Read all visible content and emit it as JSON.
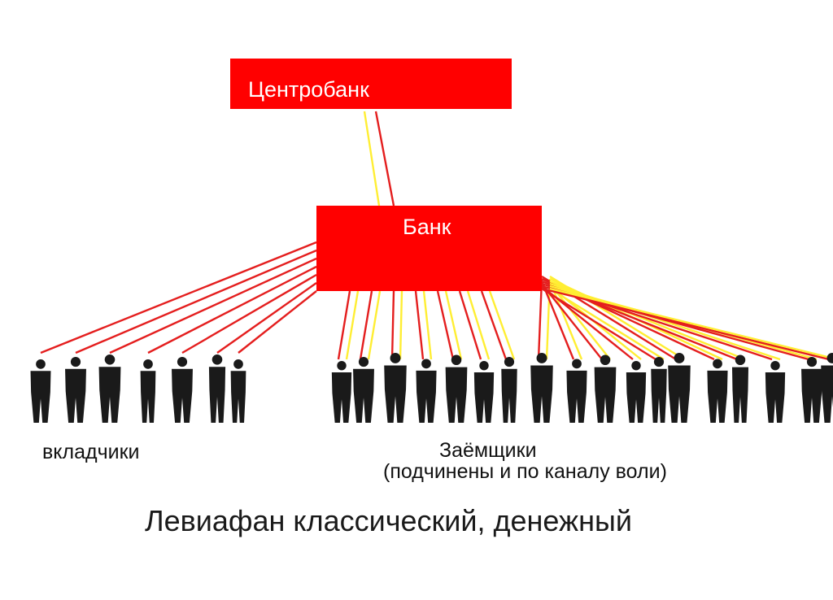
{
  "diagram": {
    "central_bank_label": "Центробанк",
    "bank_label": "Банк",
    "depositors_label": "вкладчики",
    "borrowers_label": "Заёмщики",
    "borrowers_sublabel": "(подчинены и по каналу воли)",
    "caption": "Левиафан классический, денежный",
    "depositor_count": 7,
    "borrower_count": 18,
    "colors": {
      "box": "#ff0000",
      "box_text": "#ffffff",
      "link_red": "#e41e1e",
      "link_yellow": "#ffee33",
      "figure": "#1a1a1a"
    }
  }
}
